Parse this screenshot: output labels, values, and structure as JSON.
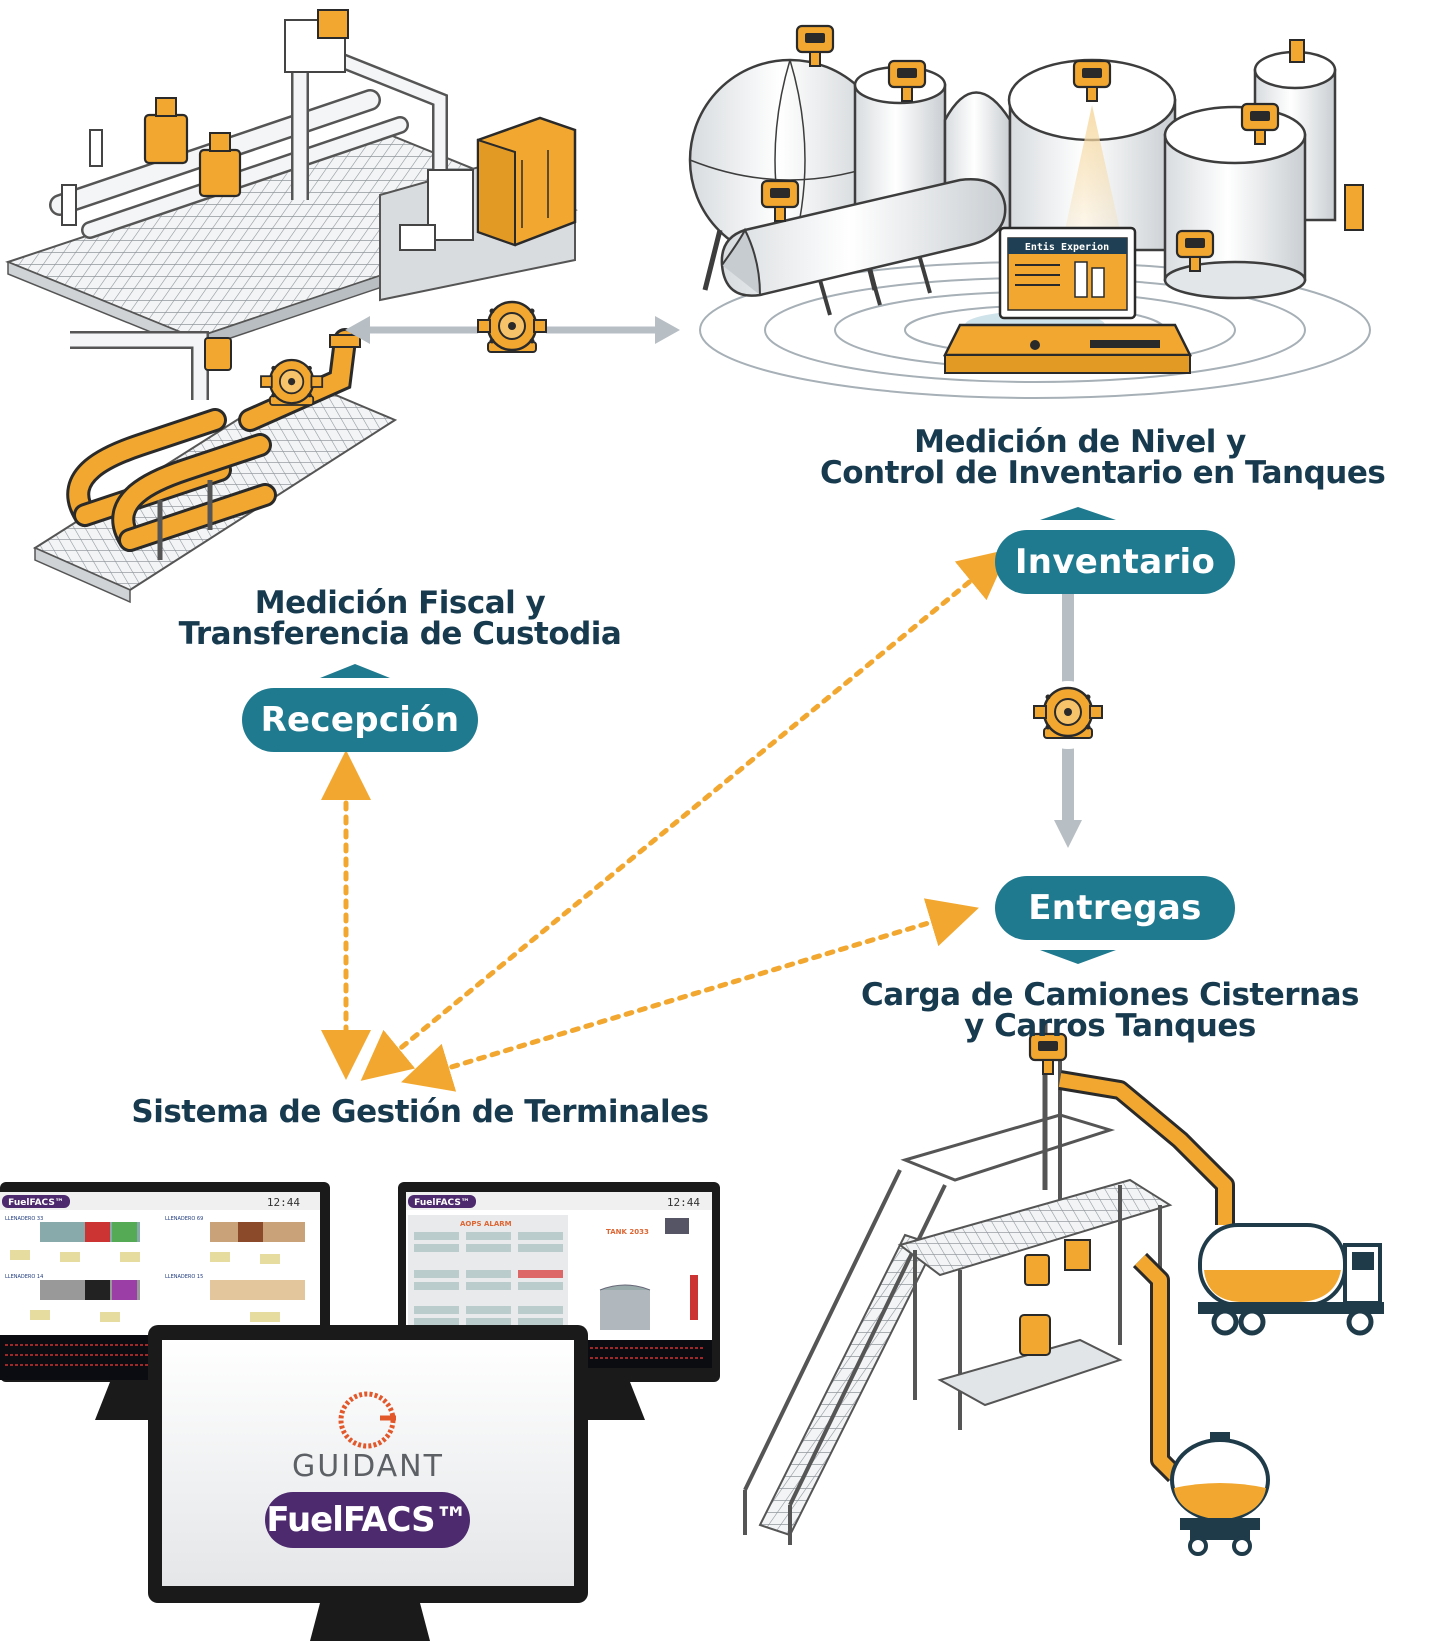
{
  "colors": {
    "teal": "#1f7a8f",
    "navy": "#173a4f",
    "orange": "#f2a830",
    "gray_arrow": "#b7bec4",
    "purple": "#4d2a6e",
    "guidant_red": "#e2582b"
  },
  "headings": {
    "medicion_nivel_line1": "Medición de Nivel y",
    "medicion_nivel_line2": "Control de Inventario en Tanques",
    "medicion_fiscal_line1": "Medición Fiscal y",
    "medicion_fiscal_line2": "Transferencia de Custodia",
    "carga_line1": "Carga de Camiones Cisternas",
    "carga_line2": "y Carros Tanques",
    "sistema": "Sistema de Gestión de Terminales"
  },
  "pills": {
    "inventario": "Inventario",
    "recepcion": "Recepción",
    "entregas": "Entregas"
  },
  "tank_panel": {
    "label": "Entis Experion"
  },
  "screens": {
    "left_logo": "FuelFACS™",
    "left_time": "12:44",
    "left_bay_labels": [
      "LLENADERO 33",
      "LLENADERO 69",
      "LLENADERO 14",
      "LLENADERO 15"
    ],
    "right_logo": "FuelFACS™",
    "right_time": "12:44",
    "right_alarm_title": "AOPS ALARM",
    "right_tank_title": "TANK 2033",
    "center_brand": "GUIDANT",
    "center_product": "FuelFACS™"
  },
  "icons": {
    "pump": "pump-icon",
    "tank_gauge": "radar-gauge-icon",
    "truck": "tanker-truck-icon",
    "railcar": "railcar-icon"
  }
}
